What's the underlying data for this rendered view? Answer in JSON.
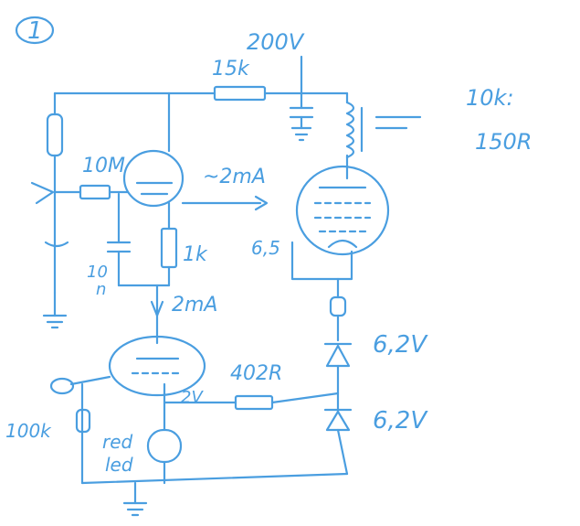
{
  "labels": {
    "page_number": "1",
    "supply_voltage": "200V",
    "r_top": "15k",
    "transformer": "10k:",
    "transformer_sec": "150R",
    "r_grid": "10M",
    "current_input": "~2mA",
    "r_cathode": "1k",
    "tube_label": "6,5",
    "cap_label": "10",
    "cap_unit": "n",
    "current_mid": "2mA",
    "zener1": "6,2V",
    "r_mid": "402R",
    "zener2": "6,2V",
    "volt_led": "2V",
    "r_pot": "100k",
    "led_line1": "red",
    "led_line2": "led"
  },
  "colors": {
    "ink": "#4a9ee0",
    "paper": "#ffffff"
  }
}
